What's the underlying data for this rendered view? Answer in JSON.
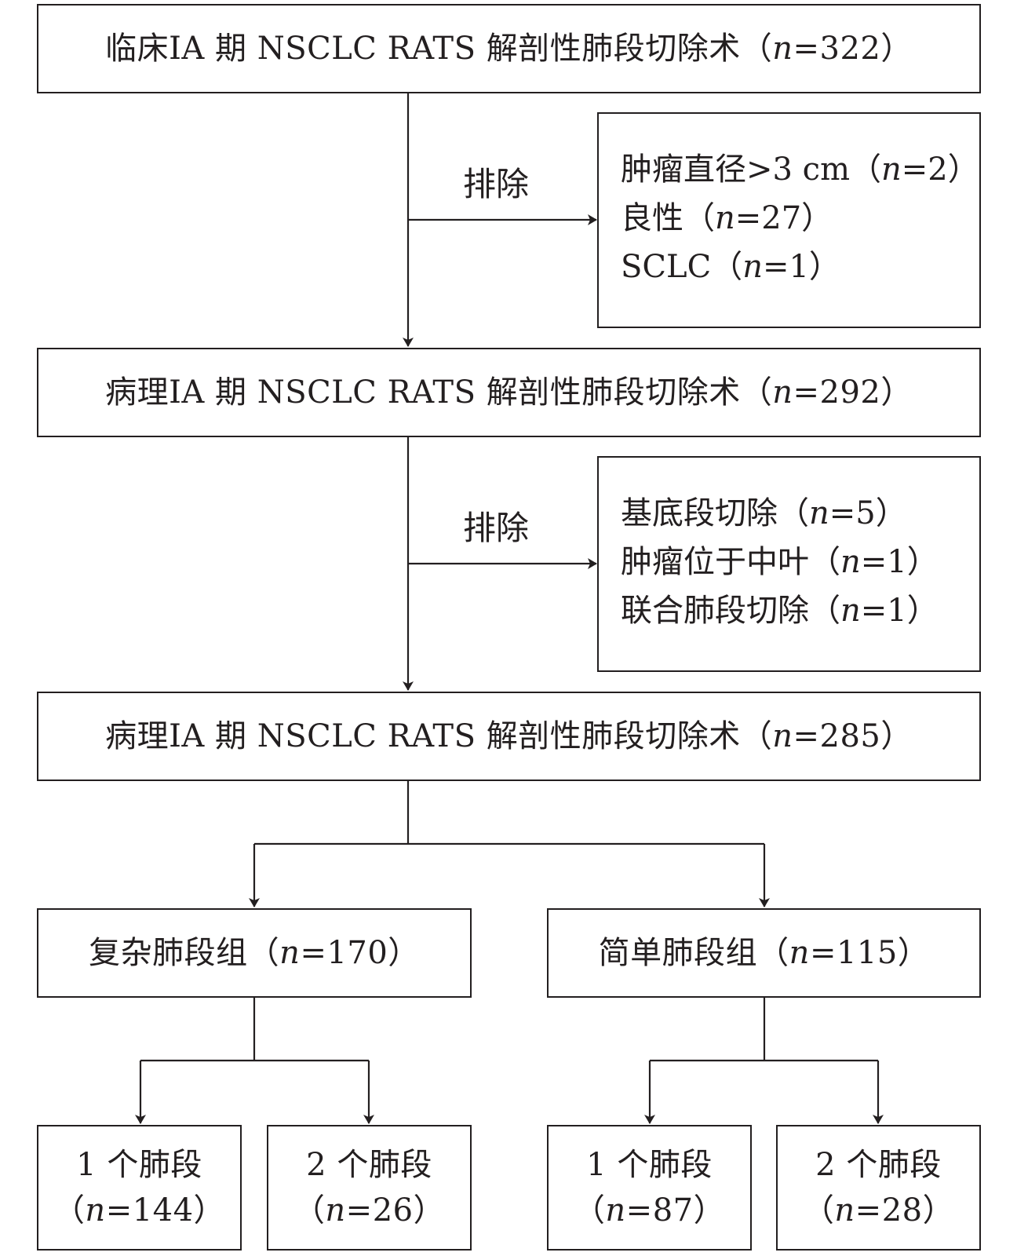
{
  "boxes": {
    "clinical": {
      "pre": "临床ⅠA 期 NSCLC RATS 解剖性肺段切除术（",
      "n": "n",
      "post": "=322）"
    },
    "exclusion1": {
      "lines": [
        {
          "pre": "肿瘤直径>3 cm（",
          "n": "n",
          "post": "=2）"
        },
        {
          "pre": "良性（",
          "n": "n",
          "post": "=27）"
        },
        {
          "pre": "SCLC（",
          "n": "n",
          "post": "=1）"
        }
      ]
    },
    "pathological1": {
      "pre": "病理ⅠA 期 NSCLC RATS 解剖性肺段切除术（",
      "n": "n",
      "post": "=292）"
    },
    "exclusion2": {
      "lines": [
        {
          "pre": "基底段切除（",
          "n": "n",
          "post": "=5）"
        },
        {
          "pre": "肿瘤位于中叶（",
          "n": "n",
          "post": "=1）"
        },
        {
          "pre": "联合肺段切除（",
          "n": "n",
          "post": "=1）"
        }
      ]
    },
    "pathological2": {
      "pre": "病理ⅠA 期 NSCLC RATS 解剖性肺段切除术（",
      "n": "n",
      "post": "=285）"
    },
    "complex_group": {
      "pre": "复杂肺段组（",
      "n": "n",
      "post": "=170）"
    },
    "simple_group": {
      "pre": "简单肺段组（",
      "n": "n",
      "post": "=115）"
    },
    "complex_1seg": {
      "title": "1 个肺段",
      "pre": "（",
      "n": "n",
      "post": "=144）"
    },
    "complex_2seg": {
      "title": "2 个肺段",
      "pre": "（",
      "n": "n",
      "post": "=26）"
    },
    "simple_1seg": {
      "title": "1 个肺段",
      "pre": "（",
      "n": "n",
      "post": "=87）"
    },
    "simple_2seg": {
      "title": "2 个肺段",
      "pre": "（",
      "n": "n",
      "post": "=28）"
    }
  },
  "labels": {
    "exclude_1": "排除",
    "exclude_2": "排除"
  },
  "colors": {
    "stroke": "#231f20",
    "background": "#ffffff"
  }
}
